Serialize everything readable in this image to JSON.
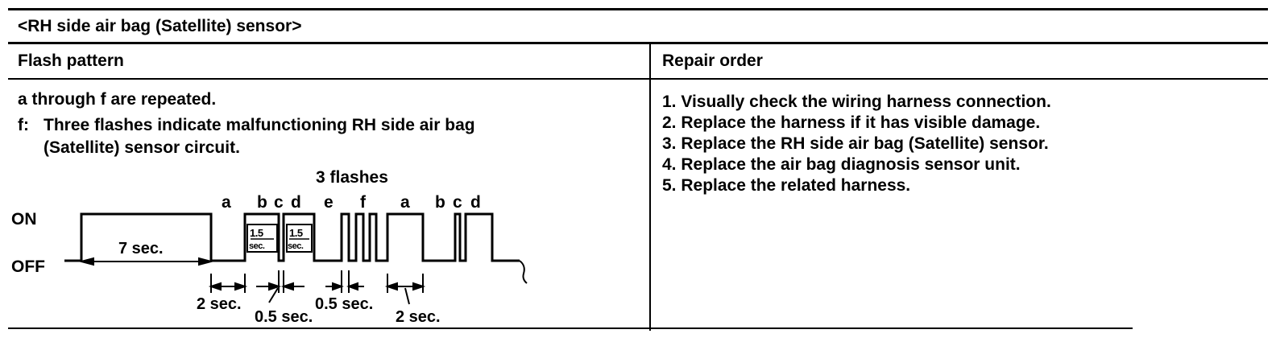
{
  "section_title": "<RH side air bag (Satellite) sensor>",
  "columns": {
    "flash_pattern": "Flash pattern",
    "repair_order": "Repair order"
  },
  "flash": {
    "intro": "a through f are repeated.",
    "note_label": "f:",
    "note_line1": "Three flashes indicate malfunctioning RH side air bag",
    "note_line2": "(Satellite) sensor circuit.",
    "diagram": {
      "on_label": "ON",
      "off_label": "OFF",
      "three_flashes": "3 flashes",
      "letters": [
        "a",
        "b",
        "c",
        "d",
        "e",
        "f",
        "a",
        "b",
        "c",
        "d"
      ],
      "seven_sec": "7 sec.",
      "box1_line1": "1.5",
      "box1_line2": "sec.",
      "box2_line1": "1.5",
      "box2_line2": "sec.",
      "two_sec_left": "2 sec.",
      "half_sec_left": "0.5 sec.",
      "half_sec_right": "0.5 sec.",
      "two_sec_right": "2 sec."
    }
  },
  "repair_steps": [
    "1. Visually check the wiring harness connection.",
    "2. Replace the harness if it has visible damage.",
    "3. Replace the RH side air bag (Satellite) sensor.",
    "4. Replace the air bag diagnosis sensor unit.",
    "5. Replace the related harness."
  ]
}
